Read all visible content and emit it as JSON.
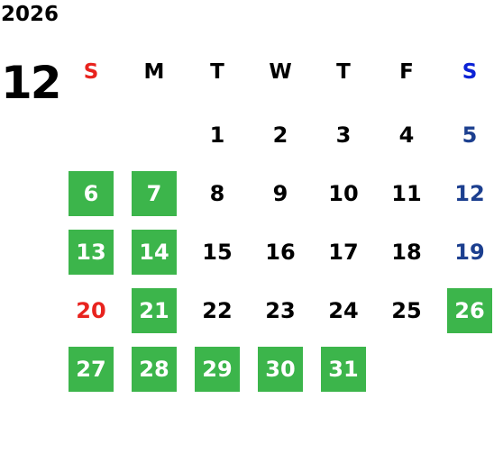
{
  "calendar": {
    "year": "2026",
    "month": "12",
    "weekdays": [
      "S",
      "M",
      "T",
      "W",
      "T",
      "F",
      "S"
    ],
    "weeks": [
      [
        "",
        "",
        "1",
        "2",
        "3",
        "4",
        "5"
      ],
      [
        "6",
        "7",
        "8",
        "9",
        "10",
        "11",
        "12"
      ],
      [
        "13",
        "14",
        "15",
        "16",
        "17",
        "18",
        "19"
      ],
      [
        "20",
        "21",
        "22",
        "23",
        "24",
        "25",
        "26"
      ],
      [
        "27",
        "28",
        "29",
        "30",
        "31",
        "",
        ""
      ]
    ],
    "highlighted": [
      "6",
      "7",
      "13",
      "14",
      "21",
      "26",
      "27",
      "28",
      "29",
      "30",
      "31"
    ]
  },
  "colors": {
    "text": "#000000",
    "sunday_header": "#e8231e",
    "saturday_header": "#0b22d6",
    "saturday_date": "#1c3f8f",
    "holiday_red": "#e8231e",
    "highlight_bg": "#3cb54b",
    "highlight_text": "#ffffff"
  }
}
